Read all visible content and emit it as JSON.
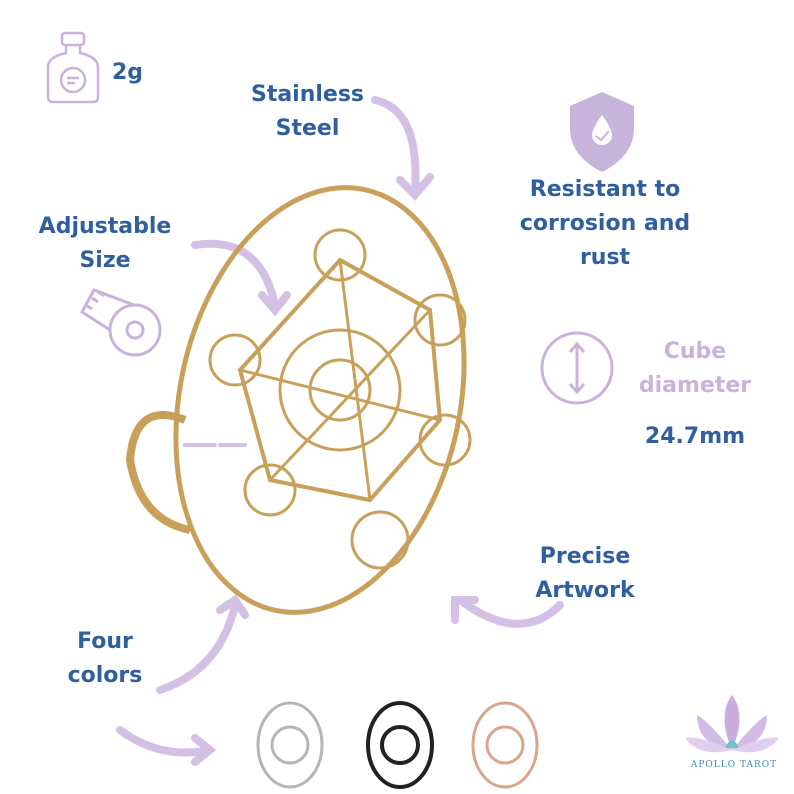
{
  "colors": {
    "text": "#2f5f9e",
    "accent": "#c8b3dc",
    "gold": "#c9a05a"
  },
  "weight": {
    "icon": "weight-bottle-icon",
    "value": "2g"
  },
  "material": {
    "line1": "Stainless",
    "line2": "Steel"
  },
  "adjustable": {
    "line1": "Adjustable",
    "line2": "Size",
    "icon": "measuring-tape-icon"
  },
  "resistant": {
    "icon": "shield-check-icon",
    "line1": "Resistant to",
    "line2": "corrosion and",
    "line3": "rust"
  },
  "diameter": {
    "icon": "vertical-arrows-icon",
    "line1": "Cube",
    "line2": "diameter",
    "value": "24.7mm"
  },
  "artwork": {
    "line1": "Precise",
    "line2": "Artwork"
  },
  "colors_label": {
    "line1": "Four",
    "line2": "colors"
  },
  "variants": [
    "silver",
    "black",
    "rose-gold"
  ],
  "logo": {
    "text": "APOLLO TAROT"
  }
}
